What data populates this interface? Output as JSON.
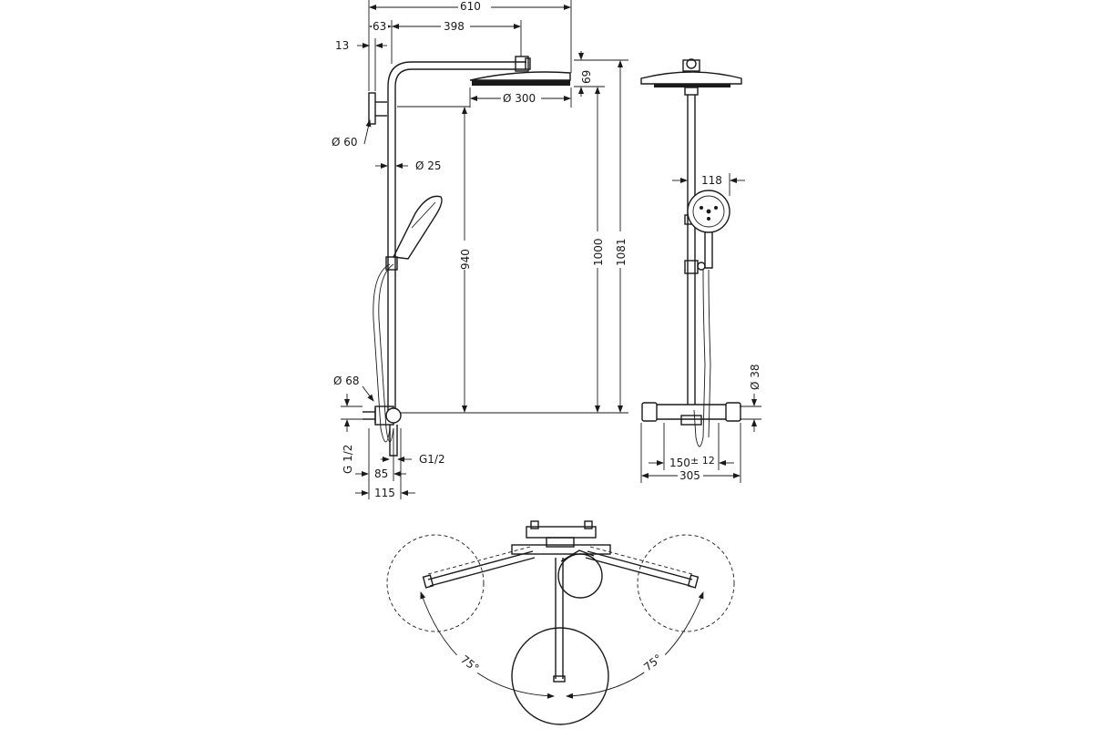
{
  "side_view": {
    "dims": {
      "overall_arm": "610",
      "wall_offset": "63",
      "arm_to_head": "398",
      "bracket_depth": "13",
      "bracket_dia": "Ø 60",
      "pipe_dia": "Ø 25",
      "head_dia": "Ø 300",
      "head_height": "69",
      "pipe_height": "940",
      "head_clearance": "1000",
      "total_height": "1081",
      "mixer_dia": "Ø 68",
      "inlet_thread": "G 1/2",
      "outlet_thread": "G1/2",
      "depth_85": "85",
      "depth_115": "115"
    }
  },
  "front_view": {
    "dims": {
      "handshower_dia": "118",
      "mixer_body_dia": "Ø 38",
      "centres": "150",
      "centres_tol": "± 12",
      "mixer_width": "305"
    }
  },
  "top_view": {
    "angle_left": "75°",
    "angle_right": "75°"
  }
}
